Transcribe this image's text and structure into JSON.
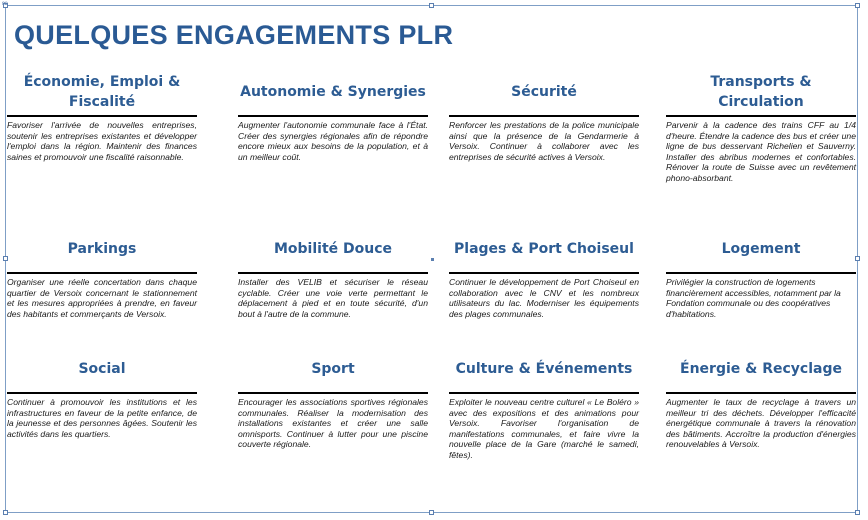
{
  "title": "QUELQUES ENGAGEMENTS PLR",
  "cards": [
    {
      "title": "Économie, Emploi & Fiscalité",
      "text": "Favoriser l'arrivée de nouvelles entreprises, soutenir les entreprises existantes et développer l'emploi dans la région. Maintenir des finances saines et promouvoir une fiscalité raisonnable."
    },
    {
      "title": "Autonomie & Synergies",
      "text": "Augmenter l'autonomie communale face à l'État. Créer des synergies régionales afin de répondre encore mieux aux besoins de la population, et à un meilleur coût."
    },
    {
      "title": "Sécurité",
      "text": "Renforcer les prestations de la police municipale ainsi que la présence de la Gendarmerie à Versoix. Continuer à collaborer avec les entreprises de sécurité actives à Versoix."
    },
    {
      "title": "Transports & Circulation",
      "text": "Parvenir à la cadence des trains CFF au 1/4 d'heure. Étendre la cadence des bus et créer une ligne de bus desservant Richelien et Sauverny. Installer des abribus modernes et confortables. Rénover la route de Suisse avec un revêtement phono-absorbant."
    },
    {
      "title": "Parkings",
      "text": "Organiser une réelle concertation dans chaque quartier de Versoix concernant le stationnement et les mesures appropriées à prendre, en faveur des habitants et commerçants de Versoix."
    },
    {
      "title": "Mobilité Douce",
      "text": "Installer des VELIB et sécuriser le réseau cyclable. Créer une voie verte permettant le déplacement à pied et en toute sécurité, d'un bout à l'autre de la commune."
    },
    {
      "title": "Plages & Port Choiseul",
      "text": "Continuer le développement de Port Choiseul en collaboration avec le CNV et les nombreux utilisateurs du lac. Moderniser les équipements des plages communales."
    },
    {
      "title": "Logement",
      "text": "Privilégier la construction de logements financièrement accessibles, notamment par la Fondation communale ou des coopératives d'habitations."
    },
    {
      "title": "Social",
      "text": "Continuer à promouvoir les institutions et les infrastructures en faveur de la petite enfance, de la jeunesse et des personnes âgées. Soutenir les activités dans les quartiers."
    },
    {
      "title": "Sport",
      "text": "Encourager les associations sportives régionales communales. Réaliser la modernisation des installations existantes et créer une salle omnisports. Continuer à lutter pour une piscine couverte régionale."
    },
    {
      "title": "Culture & Événements",
      "text": "Exploiter le nouveau centre culturel « Le Boléro » avec des expositions et des animations pour Versoix. Favoriser l'organisation de manifestations communales, et faire vivre la nouvelle place de la Gare (marché le samedi, fêtes)."
    },
    {
      "title": "Énergie & Recyclage",
      "text": "Augmenter le taux de recyclage à travers un meilleur tri des déchets. Développer l'efficacité énergétique communale à travers la rénovation des bâtiments. Accroître la production d'énergies renouvelables à Versoix."
    }
  ],
  "colors": {
    "title": "#2a5a94",
    "heading": "#2d5c93",
    "rule": "#000000",
    "frame": "#7f9fc6"
  },
  "icons": {
    "link": "link-icon"
  }
}
